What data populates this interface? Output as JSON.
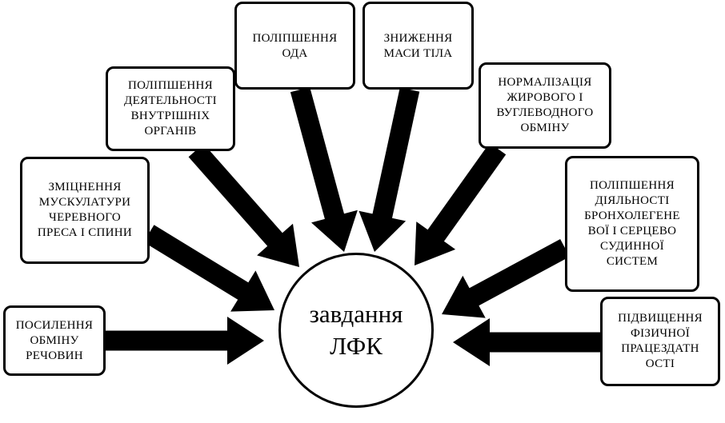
{
  "center": {
    "line1": "завдання",
    "line2": "ЛФК"
  },
  "tasks": [
    {
      "id": "metabolism",
      "text": "ПОСИЛЕННЯ\nОБМІНУ\nРЕЧОВИН"
    },
    {
      "id": "muscles",
      "text": "ЗМІЦНЕННЯ\nМУСКУЛАТУРИ\nЧЕРЕВНОГО\nПРЕСА І СПИНИ"
    },
    {
      "id": "organs",
      "text": "ПОЛІПШЕННЯ\nДЕЯТЕЛЬНОСТІ\nВНУТРІШНІХ\nОРГАНІВ"
    },
    {
      "id": "oda",
      "text": "ПОЛІПШЕННЯ\nОДА"
    },
    {
      "id": "weight",
      "text": "ЗНИЖЕННЯ\nМАСИ ТІЛА"
    },
    {
      "id": "fat-carb",
      "text": "НОРМАЛІЗАЦІЯ\nЖИРОВОГО І\nВУГЛЕВОДНОГО\nОБМІНУ"
    },
    {
      "id": "broncho",
      "text": "ПОЛІПШЕННЯ\nДІЯЛЬНОСТІ\nБРОНХОЛЕГЕНЕ\nВОЇ І СЕРЦЕВО\nСУДИННОЇ\nСИСТЕМ"
    },
    {
      "id": "capacity",
      "text": "ПІДВИЩЕННЯ\nФІЗИЧНОЇ\nПРАЦЕЗДАТН\nОСТІ"
    }
  ]
}
